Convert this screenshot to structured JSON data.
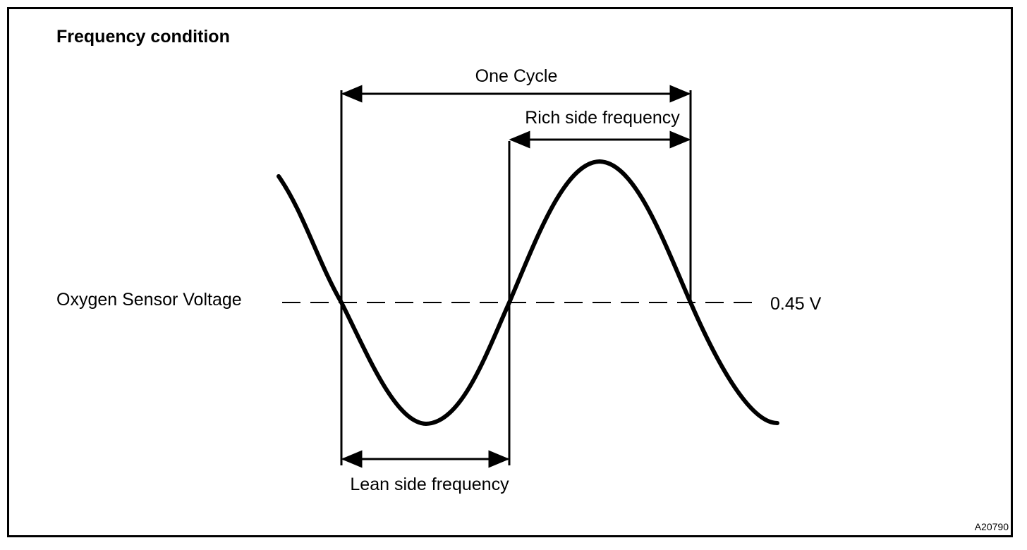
{
  "title": "Frequency condition",
  "labels": {
    "one_cycle": "One Cycle",
    "rich_side": "Rich side frequency",
    "lean_side": "Lean side frequency",
    "sensor": "Oxygen Sensor Voltage",
    "threshold": "0.45 V"
  },
  "figure_code": "A20790",
  "colors": {
    "line": "#000000",
    "background": "#ffffff"
  }
}
